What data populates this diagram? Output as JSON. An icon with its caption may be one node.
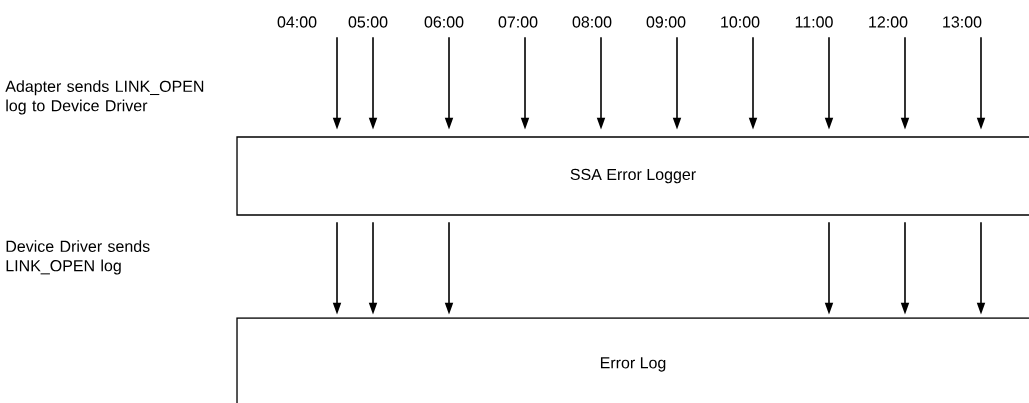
{
  "diagram": {
    "nodes": [
      {
        "text": [
          "04:00"
        ]
      },
      {
        "text": [
          "05:00"
        ]
      },
      {
        "text": [
          "06:00"
        ]
      },
      {
        "text": [
          "07:00"
        ]
      },
      {
        "text": [
          "08:00"
        ]
      },
      {
        "text": [
          "09:00"
        ]
      },
      {
        "text": [
          "10:00"
        ]
      },
      {
        "text": [
          "11:00"
        ]
      },
      {
        "text": [
          "12:00"
        ]
      },
      {
        "text": [
          "13:00"
        ]
      },
      {
        "text": [
          "SSA Error Logger"
        ]
      },
      {
        "text": [
          "Error Log"
        ]
      }
    ],
    "edges": [
      {
        "from": 0,
        "to": 10,
        "arrow": "to"
      },
      {
        "from": 1,
        "to": 10,
        "arrow": "to"
      },
      {
        "from": 2,
        "to": 10,
        "arrow": "to"
      },
      {
        "from": 3,
        "to": 10,
        "arrow": "to"
      },
      {
        "from": 4,
        "to": 10,
        "arrow": "to"
      },
      {
        "from": 5,
        "to": 10,
        "arrow": "to"
      },
      {
        "from": 6,
        "to": 10,
        "arrow": "to"
      },
      {
        "from": 7,
        "to": 10,
        "arrow": "to"
      },
      {
        "from": 8,
        "to": 10,
        "arrow": "to"
      },
      {
        "from": 9,
        "to": 10,
        "arrow": "to"
      },
      {
        "from": 10,
        "to": 11,
        "arrow": "to"
      },
      {
        "from": 10,
        "to": 11,
        "arrow": "to"
      },
      {
        "from": 10,
        "to": 11,
        "arrow": "to"
      },
      {
        "from": 10,
        "to": 11,
        "arrow": "to"
      },
      {
        "from": 10,
        "to": 11,
        "arrow": "to"
      },
      {
        "from": 10,
        "to": 11,
        "arrow": "to"
      }
    ],
    "labels": [
      "Adapter sends LINK_OPEN log to Device Driver",
      "Device Driver sends LINK_OPEN log"
    ]
  }
}
